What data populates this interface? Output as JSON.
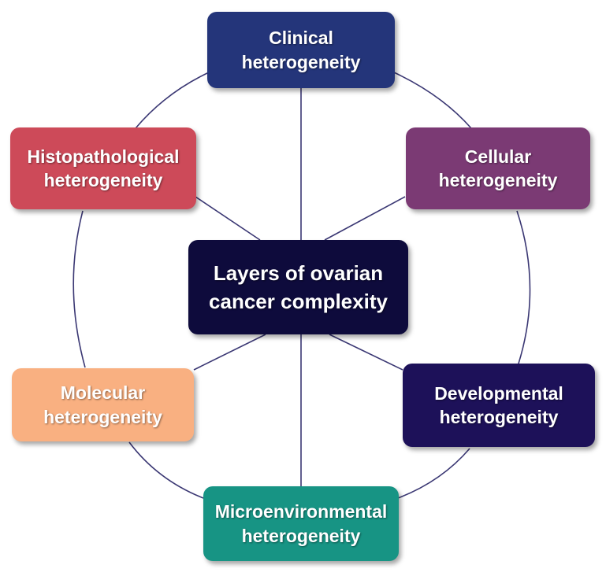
{
  "center": {
    "line1": "Layers of ovarian",
    "line2": "cancer complexity",
    "color": "#0e0b3c"
  },
  "nodes": {
    "clinical": {
      "line1": "Clinical",
      "line2": "heterogeneity",
      "color": "#24357a"
    },
    "cellular": {
      "line1": "Cellular",
      "line2": "heterogeneity",
      "color": "#7b3a74"
    },
    "developmental": {
      "line1": "Developmental",
      "line2": "heterogeneity",
      "color": "#1d1159"
    },
    "microenvironmental": {
      "line1": "Microenvironmental",
      "line2": "heterogeneity",
      "color": "#179484"
    },
    "molecular": {
      "line1": "Molecular",
      "line2": "heterogeneity",
      "color": "#f9b081"
    },
    "histopathological": {
      "line1": "Histopathological",
      "line2": "heterogeneity",
      "color": "#cd4a59"
    }
  },
  "connector_color": "#3a3773"
}
